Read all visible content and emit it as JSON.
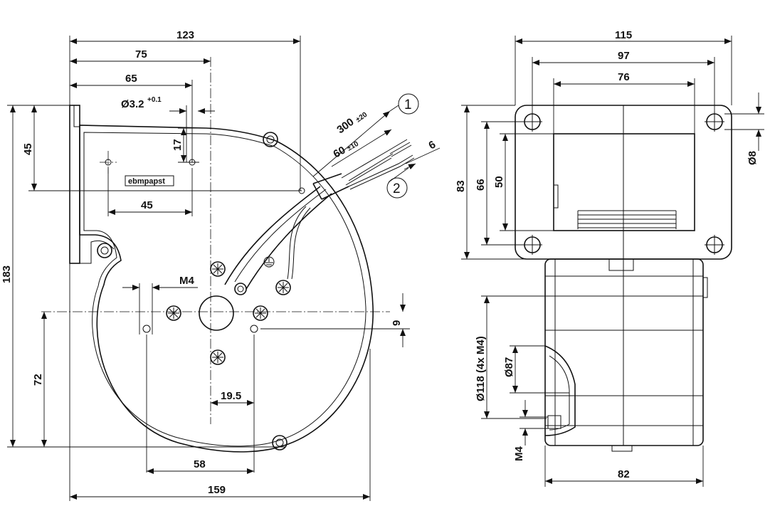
{
  "brand": "ebmpapst",
  "callouts": [
    "1",
    "2"
  ],
  "front_view": {
    "dim_123": "123",
    "dim_75": "75",
    "dim_65": "65",
    "dim_hole": "Ø3.2",
    "dim_hole_tol": "+0.1",
    "dim_45_side": "45",
    "dim_17": "17",
    "dim_45_bottom": "45",
    "dim_300": "300",
    "dim_300_tol": "±20",
    "dim_60": "60",
    "dim_60_tol": "±10",
    "dim_6": "6",
    "dim_183": "183",
    "dim_M4": "M4",
    "dim_9": "9",
    "dim_72": "72",
    "dim_19_5": "19.5",
    "dim_58": "58",
    "dim_159": "159"
  },
  "side_view": {
    "dim_115": "115",
    "dim_97": "97",
    "dim_76": "76",
    "dim_83": "83",
    "dim_66": "66",
    "dim_50": "50",
    "dim_d8": "Ø8",
    "dim_d118": "Ø118 (4x M4)",
    "dim_d87": "Ø87",
    "dim_M4": "M4",
    "dim_82": "82"
  }
}
